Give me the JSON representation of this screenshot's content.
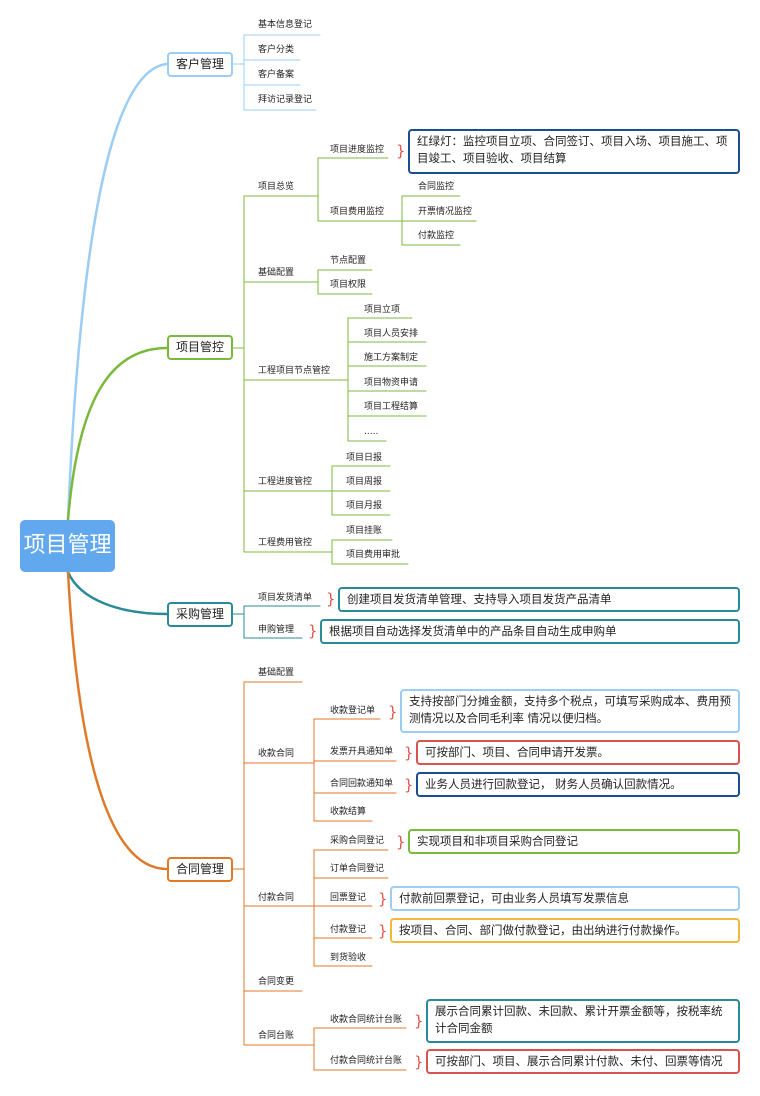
{
  "colors": {
    "root": "#62a8ef",
    "customer": "#9ccdf4",
    "project": "#7bb93c",
    "purchase": "#2b8a99",
    "contract": "#e07a2b",
    "note_blue_dark": "#1c4d8f",
    "note_teal": "#2b8a99",
    "note_red": "#d9534f",
    "note_green": "#7bb93c",
    "note_blue_light": "#9ccdf4",
    "note_yellow": "#f0b93c"
  },
  "root": {
    "label": "项目管理"
  },
  "customer": {
    "label": "客户管理",
    "items": [
      "基本信息登记",
      "客户分类",
      "客户备案",
      "拜访记录登记"
    ]
  },
  "project": {
    "label": "项目管控",
    "overview": {
      "label": "项目总览",
      "progress": {
        "label": "项目进度监控",
        "note": "红绿灯：监控项目立项、合同签订、项目入场、项目施工、项目竣工、项目验收、项目结算"
      },
      "cost": {
        "label": "项目费用监控",
        "items": [
          "合同监控",
          "开票情况监控",
          "付款监控"
        ]
      }
    },
    "base": {
      "label": "基础配置",
      "items": [
        "节点配置",
        "项目权限"
      ]
    },
    "node_control": {
      "label": "工程项目节点管控",
      "items": [
        "项目立项",
        "项目人员安排",
        "施工方案制定",
        "项目物资申请",
        "项目工程结算",
        "....."
      ]
    },
    "progress_control": {
      "label": "工程进度管控",
      "items": [
        "项目日报",
        "项目周报",
        "项目月报"
      ]
    },
    "cost_control": {
      "label": "工程费用管控",
      "items": [
        "项目挂账",
        "项目费用审批"
      ]
    }
  },
  "purchase": {
    "label": "采购管理",
    "list": {
      "label": "项目发货清单",
      "note": "创建项目发货清单管理、支持导入项目发货产品清单"
    },
    "request": {
      "label": "申购管理",
      "note": "根据项目自动选择发货清单中的产品条目自动生成申购单"
    }
  },
  "contract": {
    "label": "合同管理",
    "base": "基础配置",
    "receive": {
      "label": "收款合同",
      "bill": {
        "label": "收款登记单",
        "note": "支持按部门分摊金额，支持多个税点，可填写采购成本、费用预测情况以及合同毛利率 情况以便归档。"
      },
      "invoice": {
        "label": "发票开具通知单",
        "note": "可按部门、项目、合同申请开发票。"
      },
      "back": {
        "label": "合同回款通知单",
        "note": "业务人员进行回款登记， 财务人员确认回款情况。"
      },
      "settle": {
        "label": "收款结算"
      }
    },
    "pay": {
      "label": "付款合同",
      "purchase_reg": {
        "label": "采购合同登记",
        "note": "实现项目和非项目采购合同登记"
      },
      "order_reg": {
        "label": "订单合同登记"
      },
      "return_ticket": {
        "label": "回票登记",
        "note": "付款前回票登记，可由业务人员填写发票信息"
      },
      "pay_reg": {
        "label": "付款登记",
        "note": "按项目、合同、部门做付款登记，由出纳进行付款操作。"
      },
      "arrival": {
        "label": "到货验收"
      }
    },
    "change": "合同变更",
    "ledger": {
      "label": "合同台账",
      "receive_ledger": {
        "label": "收款合同统计台账",
        "note": "展示合同累计回款、未回款、累计开票金额等，按税率统计合同金额"
      },
      "pay_ledger": {
        "label": "付款合同统计台账",
        "note": "可按部门、项目、展示合同累计付款、未付、回票等情况"
      }
    }
  }
}
